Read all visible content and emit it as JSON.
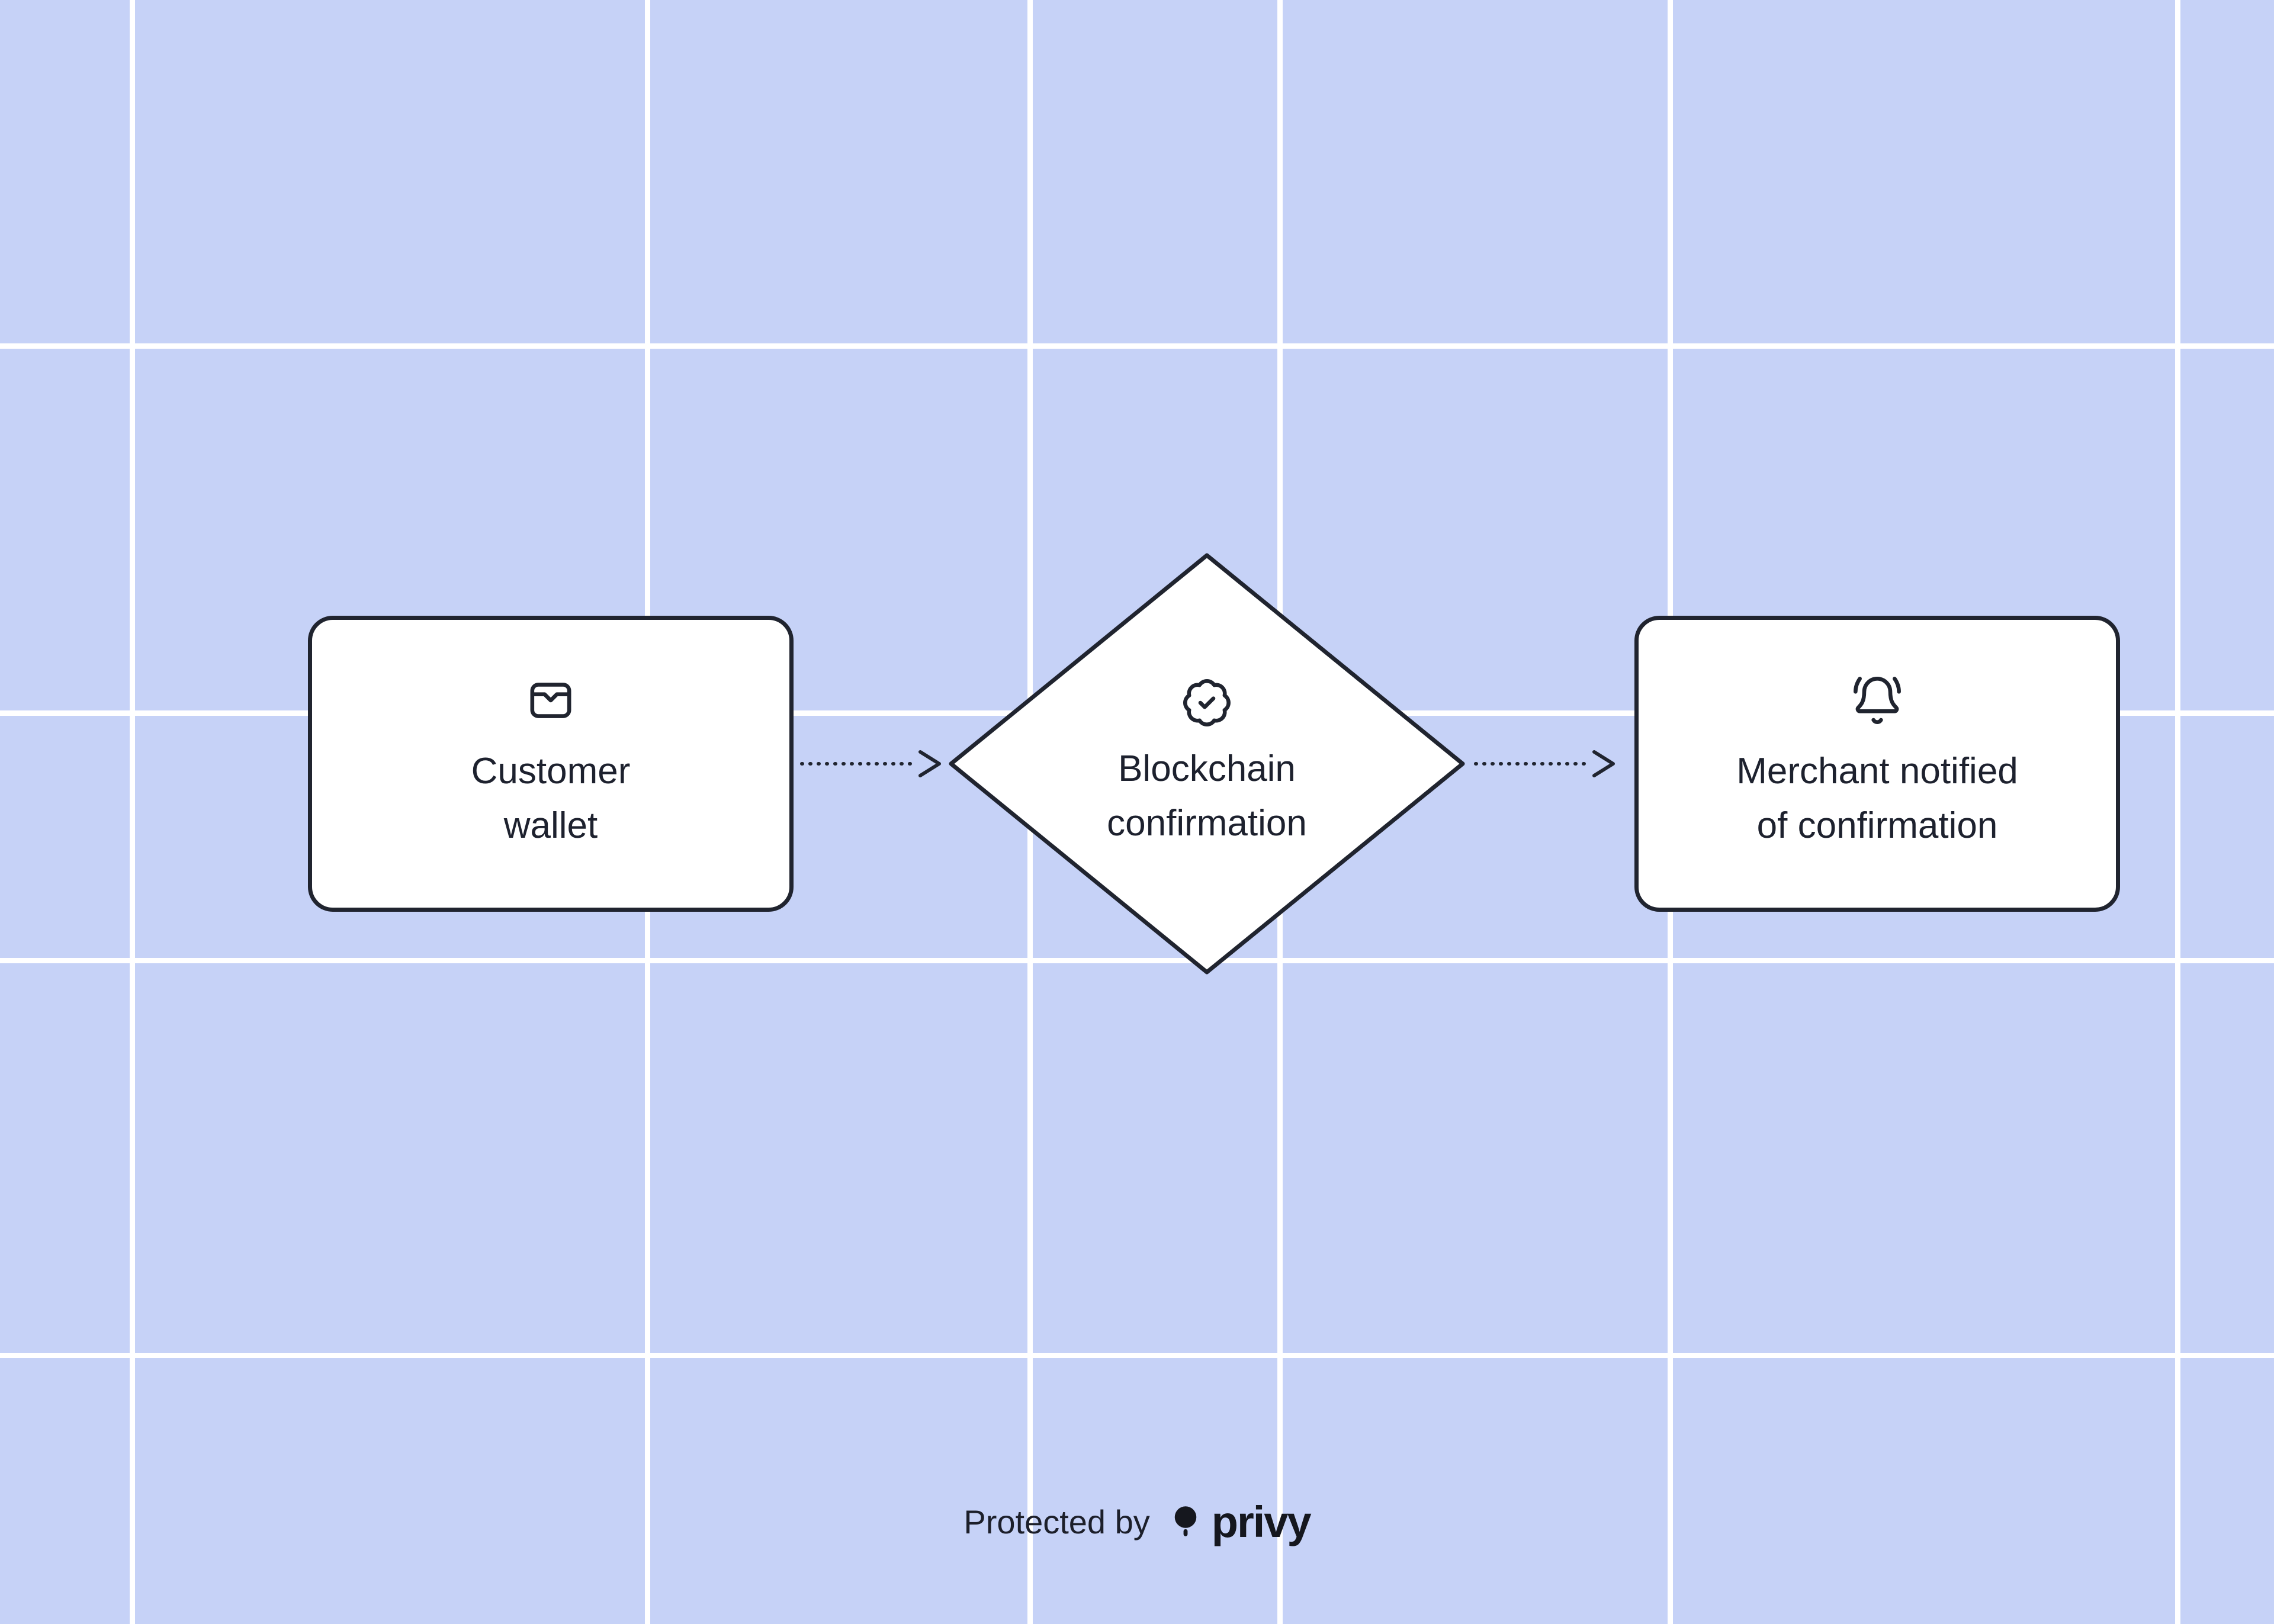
{
  "colors": {
    "background": "#c6d2f7",
    "grid_line": "#ffffff",
    "node_fill": "#ffffff",
    "node_border": "#20242f",
    "text": "#1d212e",
    "connector": "#20242f"
  },
  "diagram": {
    "nodes": [
      {
        "id": "customer-wallet",
        "shape": "rounded-rectangle",
        "icon": "wallet-icon",
        "label": "Customer\nwallet"
      },
      {
        "id": "blockchain-confirmation",
        "shape": "diamond",
        "icon": "badge-check-icon",
        "label": "Blockchain\nconfirmation"
      },
      {
        "id": "merchant-notified",
        "shape": "rounded-rectangle",
        "icon": "bell-ring-icon",
        "label": "Merchant notified\nof confirmation"
      }
    ],
    "connectors": [
      {
        "from": "customer-wallet",
        "to": "blockchain-confirmation",
        "style": "dotted-arrow"
      },
      {
        "from": "blockchain-confirmation",
        "to": "merchant-notified",
        "style": "dotted-arrow"
      }
    ]
  },
  "footer": {
    "protected_by_label": "Protected by",
    "brand_name": "privy",
    "brand_icon": "privy-dot-icon"
  }
}
